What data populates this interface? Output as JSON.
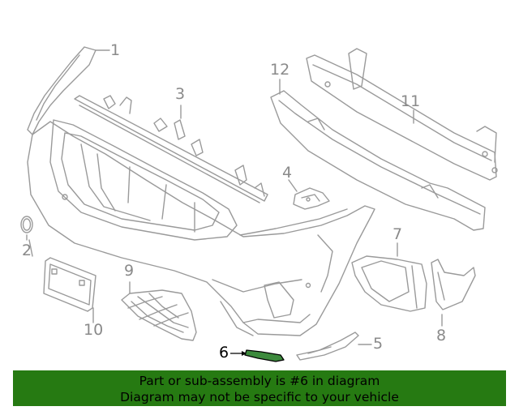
{
  "diagram": {
    "callouts": {
      "c1": "1",
      "c2": "2",
      "c3": "3",
      "c4": "4",
      "c5": "5",
      "c6": "6",
      "c7": "7",
      "c8": "8",
      "c9": "9",
      "c10": "10",
      "c11": "11",
      "c12": "12"
    },
    "highlighted_part": "6",
    "colors": {
      "line": "#9a9a9a",
      "highlight": "#000000",
      "highlight_fill": "#3d8a3d"
    }
  },
  "banner": {
    "line1": "Part or sub-assembly is #6 in diagram",
    "line2": "Diagram may not be specific to your vehicle",
    "background": "#267a12"
  }
}
